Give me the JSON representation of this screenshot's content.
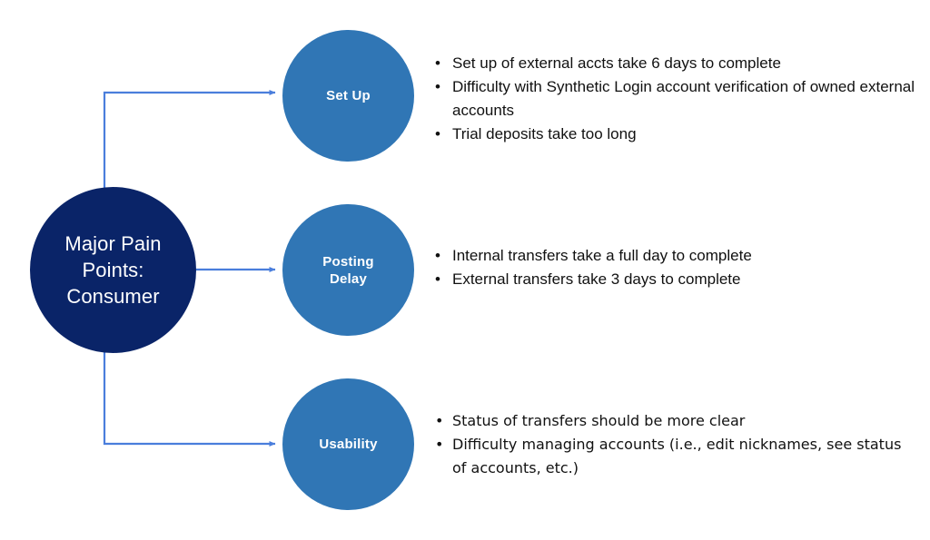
{
  "diagram": {
    "type": "hub-and-spoke",
    "title": "Major Pain Points: Consumer",
    "colors": {
      "hub_fill": "#0A2468",
      "branch_fill": "#3076B5",
      "connector": "#4A7EDC",
      "node_text": "#FFFFFF",
      "body_text": "#111111",
      "background": "#FFFFFF"
    },
    "hub": {
      "label": "Major Pain\nPoints:\nConsumer"
    },
    "branches": [
      {
        "id": "set-up",
        "label": "Set Up",
        "bullet_glyph": "•",
        "bullets": [
          "Set up of external accts take 6 days to complete",
          "Difficulty with Synthetic Login account verification of owned external accounts",
          "Trial deposits take too long"
        ]
      },
      {
        "id": "posting-delay",
        "label": "Posting\nDelay",
        "bullet_glyph": "•",
        "bullets": [
          "Internal transfers take a full day to complete",
          "External transfers take 3 days to complete"
        ]
      },
      {
        "id": "usability",
        "label": "Usability",
        "bullet_glyph": "•",
        "bullets": [
          "Status of transfers should be more clear",
          "Difficulty managing accounts (i.e., edit nicknames, see status of accounts, etc.)"
        ]
      }
    ]
  }
}
